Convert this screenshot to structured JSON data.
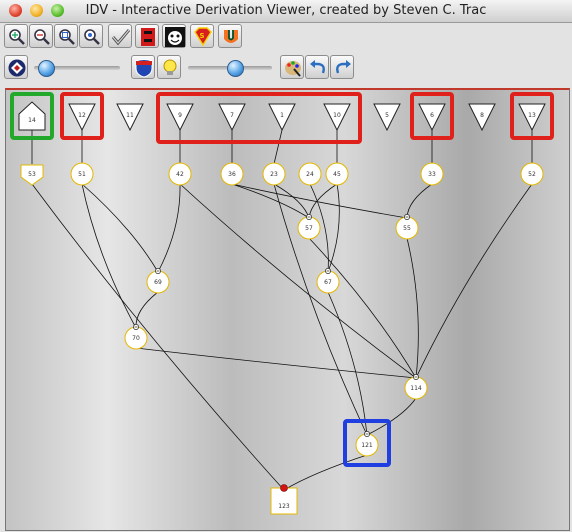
{
  "window": {
    "title": "IDV - Interactive Derivation Viewer, created by Steven C. Trac"
  },
  "toolbar": {
    "row1": [
      {
        "id": "zoom-in",
        "icon": "zoom-in-icon"
      },
      {
        "id": "zoom-out",
        "icon": "zoom-out-icon"
      },
      {
        "id": "zoom-fit",
        "icon": "zoom-fit-icon"
      },
      {
        "id": "zoom-region",
        "icon": "zoom-region-icon"
      },
      {
        "id": "check",
        "icon": "checkmark-icon"
      },
      {
        "id": "pause",
        "icon": "pause-stack-icon"
      },
      {
        "id": "face",
        "icon": "cartoon-face-icon"
      },
      {
        "id": "superman",
        "icon": "superman-shield-icon"
      },
      {
        "id": "umiami",
        "icon": "u-logo-icon"
      }
    ],
    "row2": [
      {
        "id": "navigator",
        "icon": "shield-emblem-icon"
      },
      {
        "id": "highway",
        "icon": "highway-shield-icon"
      },
      {
        "id": "lightbulb",
        "icon": "lightbulb-icon"
      },
      {
        "id": "palette",
        "icon": "color-palette-icon"
      },
      {
        "id": "undo",
        "icon": "undo-arrow-icon"
      },
      {
        "id": "redo",
        "icon": "redo-arrow-icon"
      }
    ],
    "slider1_value": 0.1,
    "slider2_value": 0.55
  },
  "graph": {
    "leaves": [
      {
        "label": "14",
        "kind": "pentagon",
        "highlight": "#22a82b",
        "child": "53"
      },
      {
        "label": "12",
        "kind": "triangle",
        "highlight": "#e0201a",
        "child": "51"
      },
      {
        "label": "11",
        "kind": "triangle",
        "highlight": ""
      },
      {
        "label": "9",
        "kind": "triangle",
        "highlight": "#e0201a",
        "child": "42"
      },
      {
        "label": "7",
        "kind": "triangle",
        "highlight": "#e0201a",
        "child": "36"
      },
      {
        "label": "1",
        "kind": "triangle",
        "highlight": "#e0201a",
        "child": "23"
      },
      {
        "label": "10",
        "kind": "triangle",
        "highlight": "#e0201a",
        "child": "45"
      },
      {
        "label": "5",
        "kind": "triangle",
        "highlight": ""
      },
      {
        "label": "6",
        "kind": "triangle",
        "highlight": "#e0201a",
        "child": "33"
      },
      {
        "label": "8",
        "kind": "triangle",
        "highlight": ""
      },
      {
        "label": "13",
        "kind": "triangle",
        "highlight": "#e0201a",
        "child": "52"
      }
    ],
    "nodes": [
      {
        "label": "53",
        "kind": "pentagon-down"
      },
      {
        "label": "51",
        "kind": "circle"
      },
      {
        "label": "42",
        "kind": "circle"
      },
      {
        "label": "36",
        "kind": "circle"
      },
      {
        "label": "23",
        "kind": "circle"
      },
      {
        "label": "24",
        "kind": "circle"
      },
      {
        "label": "45",
        "kind": "circle"
      },
      {
        "label": "33",
        "kind": "circle"
      },
      {
        "label": "52",
        "kind": "circle"
      },
      {
        "label": "57",
        "kind": "circle"
      },
      {
        "label": "55",
        "kind": "circle"
      },
      {
        "label": "69",
        "kind": "circle"
      },
      {
        "label": "67",
        "kind": "circle"
      },
      {
        "label": "70",
        "kind": "circle"
      },
      {
        "label": "114",
        "kind": "circle"
      },
      {
        "label": "121",
        "kind": "circle",
        "highlight": "#1f3fe0"
      },
      {
        "label": "123",
        "kind": "square",
        "goal": true
      }
    ],
    "edges": [
      [
        "53",
        "123"
      ],
      [
        "51",
        "69"
      ],
      [
        "51",
        "70"
      ],
      [
        "42",
        "69"
      ],
      [
        "42",
        "114"
      ],
      [
        "36",
        "57"
      ],
      [
        "36",
        "55"
      ],
      [
        "23",
        "57"
      ],
      [
        "23",
        "121"
      ],
      [
        "24",
        "67"
      ],
      [
        "45",
        "57"
      ],
      [
        "45",
        "67"
      ],
      [
        "33",
        "55"
      ],
      [
        "55",
        "114"
      ],
      [
        "52",
        "114"
      ],
      [
        "57",
        "114"
      ],
      [
        "69",
        "70"
      ],
      [
        "67",
        "121"
      ],
      [
        "70",
        "114"
      ],
      [
        "114",
        "121"
      ],
      [
        "121",
        "123"
      ]
    ]
  }
}
